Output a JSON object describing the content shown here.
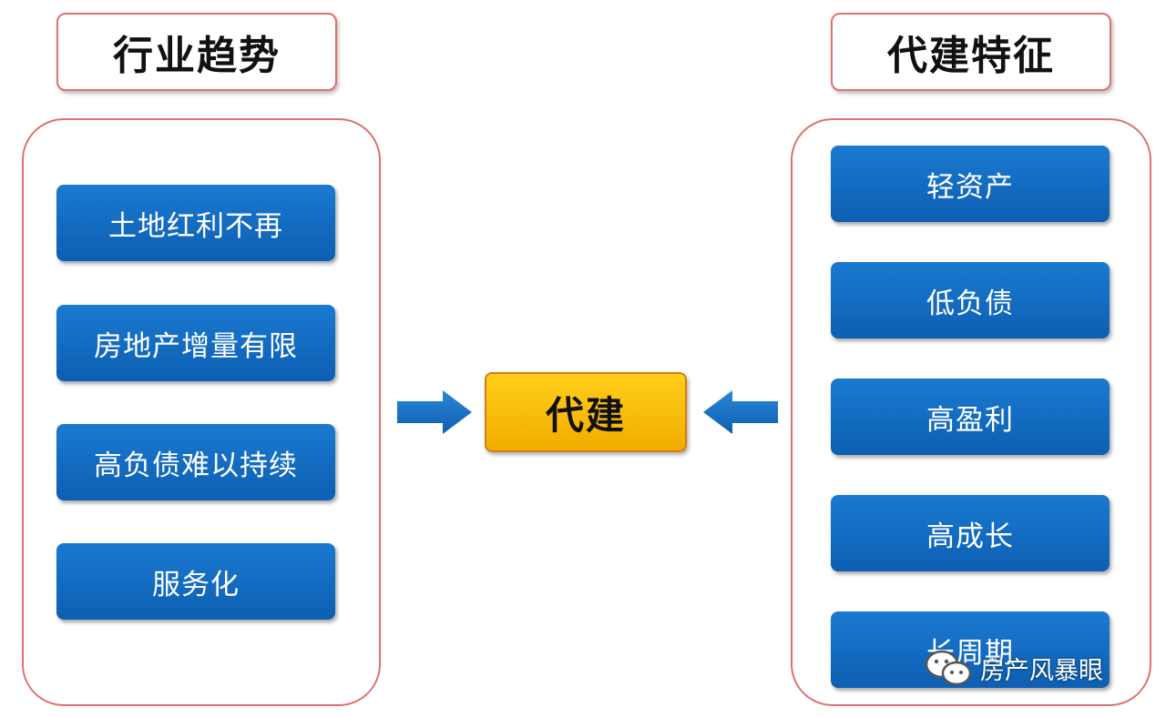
{
  "left": {
    "header": "行业趋势",
    "items": [
      "土地红利不再",
      "房地产增量有限",
      "高负债难以持续",
      "服务化"
    ]
  },
  "center": {
    "label": "代建"
  },
  "right": {
    "header": "代建特征",
    "items": [
      "轻资产",
      "低负债",
      "高盈利",
      "高成长",
      "长周期"
    ]
  },
  "watermark": {
    "text": "房产风暴眼",
    "icon": "wechat-icon"
  },
  "colors": {
    "item_blue": "#1170c4",
    "center_yellow": "#fbbd08",
    "panel_border": "#e07070",
    "arrow_blue": "#1470c2"
  }
}
